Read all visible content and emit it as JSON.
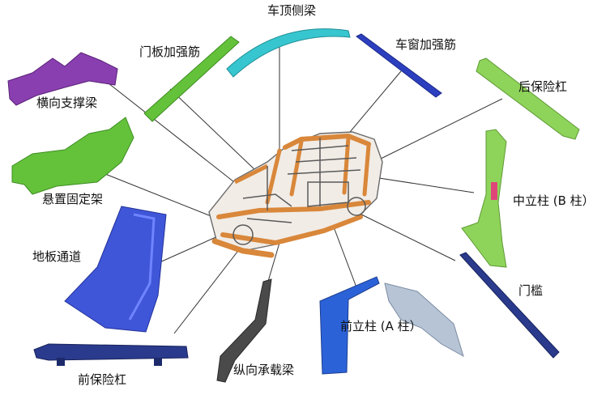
{
  "labels": {
    "roof_rail": "车顶侧梁",
    "door_reinforcement": "门板加强筋",
    "window_reinforcement": "车窗加强筋",
    "cross_support_beam": "横向支撑梁",
    "rear_bumper_beam": "后保险杠",
    "suspension_bracket": "悬置固定架",
    "b_pillar": "中立柱 (B 柱）",
    "floor_tunnel": "地板通道",
    "door_sill": "门槛",
    "a_pillar": "前立柱 (A 柱）",
    "longitudinal_beam": "纵向承载梁",
    "front_bumper_beam": "前保险杠"
  },
  "colors": {
    "body_orange": "#d9873a",
    "frame_dark": "#5a5a5a",
    "purple": "#8a3fb0",
    "green": "#63c23a",
    "light_green": "#8fd45a",
    "cyan": "#37c6cf",
    "blue": "#2c3fbf",
    "navy": "#2a3a8c",
    "steel": "#9fb0c4",
    "dark_steel": "#4a4a4a",
    "leader": "#333333"
  }
}
